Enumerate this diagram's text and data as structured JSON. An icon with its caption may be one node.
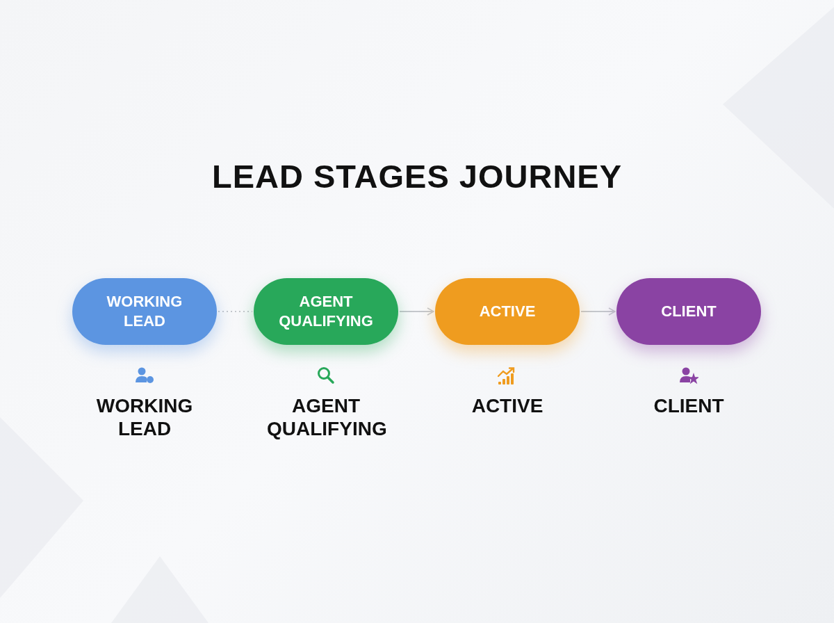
{
  "diagram": {
    "title": "LEAD STAGES JOURNEY",
    "nodes": [
      {
        "text": [
          "WORKING LEAD"
        ],
        "beside": [
          "WORKING LEAD"
        ]
      },
      {
        "text": [
          "AGENT QUALIFYING"
        ],
        "beside": [
          "AGENT QUALIFYING"
        ]
      },
      {
        "text": [
          "ACTIVE"
        ],
        "beside": [
          "ACTIVE"
        ]
      },
      {
        "text": [
          "CLIENT"
        ],
        "beside": [
          "CLIENT"
        ]
      }
    ],
    "edges": [
      {
        "from": 0,
        "to": 1,
        "arrow": "none",
        "style": "dashed"
      },
      {
        "from": 1,
        "to": 2,
        "arrow": "to"
      },
      {
        "from": 2,
        "to": 3,
        "arrow": "to"
      }
    ]
  }
}
